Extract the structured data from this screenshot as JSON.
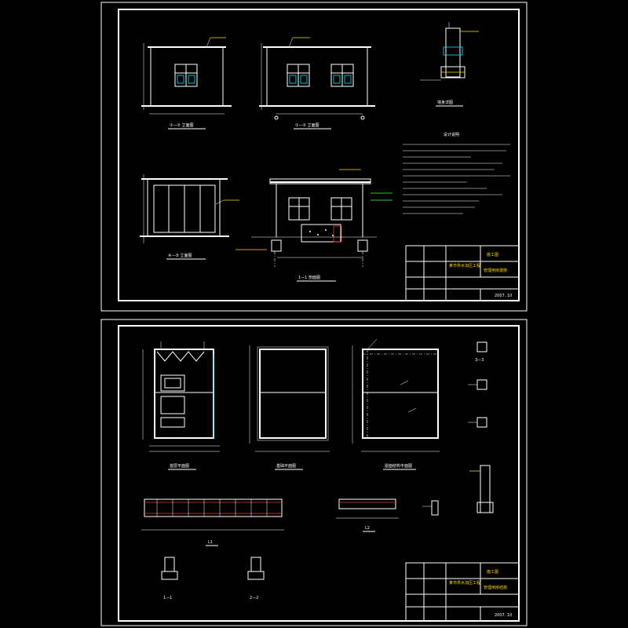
{
  "sheet1": {
    "titles": {
      "front_elevation": "①—② 立面图",
      "rear_elevation": "①—② 立面图",
      "side_elevation": "④—⑤ 立面图",
      "section": "1—1 剖面图",
      "wall_detail": "墙身详图"
    },
    "notes_title": "设计说明",
    "title_block": {
      "project": "某市供水加压工程",
      "stage": "施工图",
      "drawing": "管理用房建施",
      "date": "2007. 10"
    }
  },
  "sheet2": {
    "titles": {
      "floor_plan": "首层平面图",
      "foundation_plan": "基础平面图",
      "roof_plan": "屋面结构平面图",
      "beam_detail": "L1",
      "beam_section": "L2",
      "section_11": "1—1",
      "section_22": "2—2",
      "section_33": "3—3"
    },
    "title_block": {
      "project": "某市供水加压工程",
      "stage": "施工图",
      "drawing": "管理用房结施",
      "date": "2007. 10"
    }
  }
}
